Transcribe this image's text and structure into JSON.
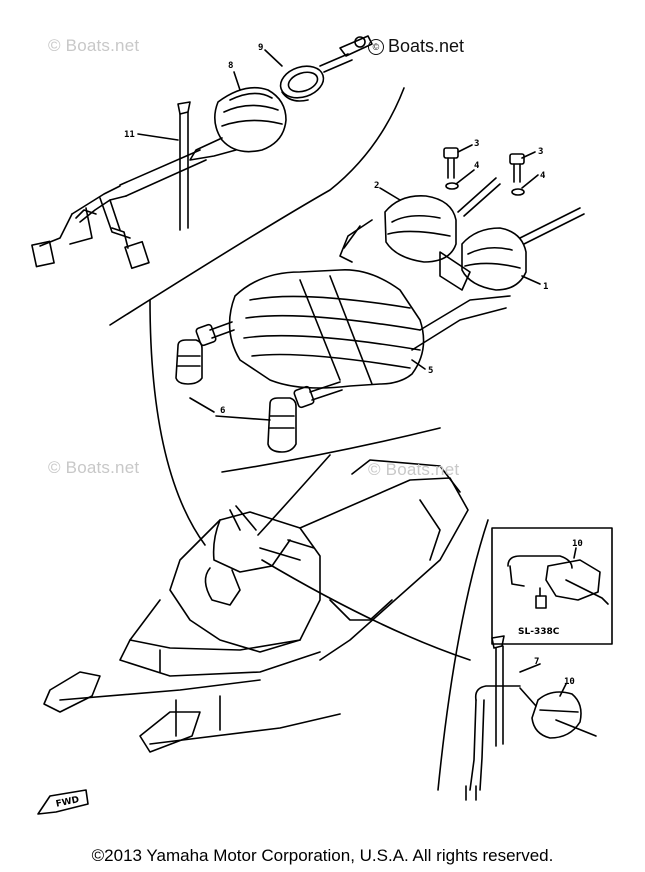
{
  "watermarks": {
    "top_left": "© Boats.net",
    "mid_left": "© Boats.net",
    "mid_center": "© Boats.net",
    "top_right": "Boats.net"
  },
  "callouts": {
    "p1": "1",
    "p2": "2",
    "p3a": "3",
    "p3b": "3",
    "p4a": "4",
    "p4b": "4",
    "p5": "5",
    "p6": "6",
    "p7": "7",
    "p8": "8",
    "p9": "9",
    "p10a": "10",
    "p10b": "10",
    "p11": "11"
  },
  "inset_label": "SL-338C",
  "fwd_label": "FWD",
  "copyright": "©2013 Yamaha Motor Corporation, U.S.A. All rights reserved."
}
